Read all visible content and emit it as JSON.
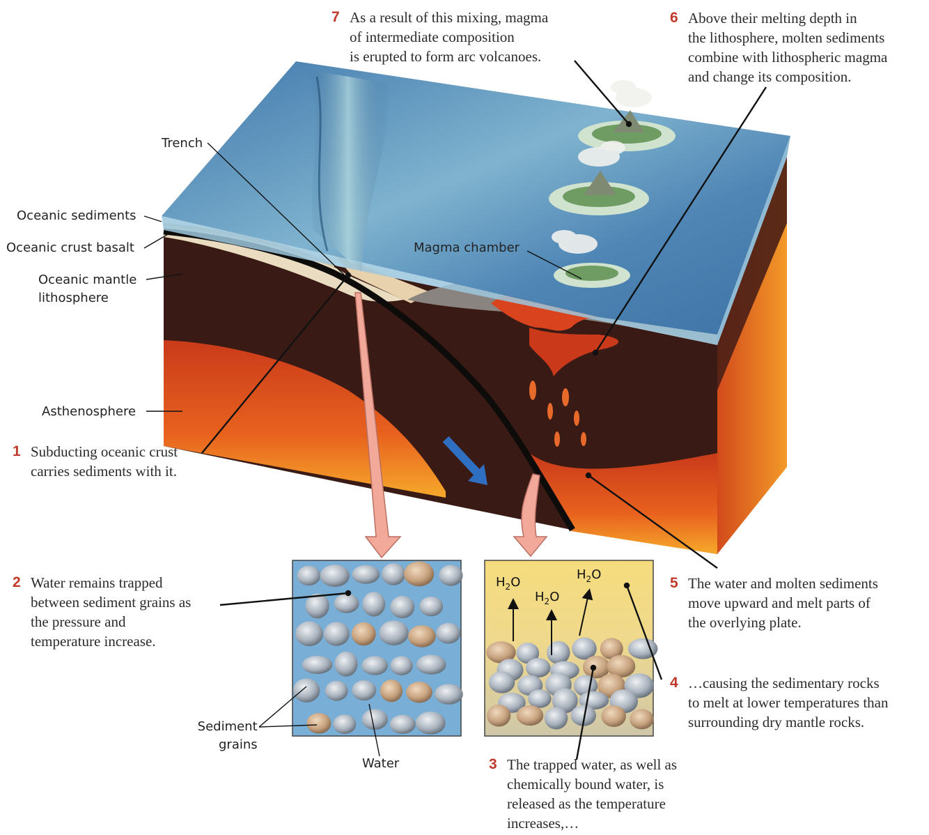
{
  "labels": {
    "trench": "Trench",
    "oceanic_sediments": "Oceanic sediments",
    "oceanic_crust_basalt": "Oceanic crust basalt",
    "oceanic_mantle_lithosphere": [
      "Oceanic mantle",
      "lithosphere"
    ],
    "asthenosphere": "Asthenosphere",
    "magma_chamber": "Magma chamber",
    "sediment_grains": [
      "Sediment",
      "grains"
    ],
    "water": "Water",
    "h2o": "H₂O"
  },
  "steps": [
    {
      "number": "1",
      "lines": [
        "Subducting oceanic crust",
        "carries sediments with it."
      ]
    },
    {
      "number": "2",
      "lines": [
        "Water remains trapped",
        "between sediment grains as",
        "the pressure and",
        "temperature increase."
      ]
    },
    {
      "number": "3",
      "lines": [
        "The trapped water, as well as",
        "chemically bound water, is",
        "released as the temperature",
        "increases,…"
      ]
    },
    {
      "number": "4",
      "lines": [
        "…causing the sedimentary rocks",
        "to melt at lower temperatures than",
        "surrounding dry mantle rocks."
      ]
    },
    {
      "number": "5",
      "lines": [
        "The water and molten sediments",
        "move upward and melt parts of",
        "the overlying plate."
      ]
    },
    {
      "number": "6",
      "lines": [
        "Above their melting depth in",
        "the lithosphere, molten sediments",
        "combine with lithospheric magma",
        "and change its composition."
      ]
    },
    {
      "number": "7",
      "lines": [
        "As a result of this mixing, magma",
        "of intermediate composition",
        "is erupted to form arc volcanoes."
      ]
    }
  ],
  "colors": {
    "ocean": "#4f86b5",
    "mantle_lithosphere": "#3a1a14",
    "asthenosphere": "#e0561e",
    "magma": "#d9441f",
    "arrow_pink": "#f2a99a",
    "motion_arrow": "#2f6fc2",
    "step_number": "#c0392b"
  }
}
